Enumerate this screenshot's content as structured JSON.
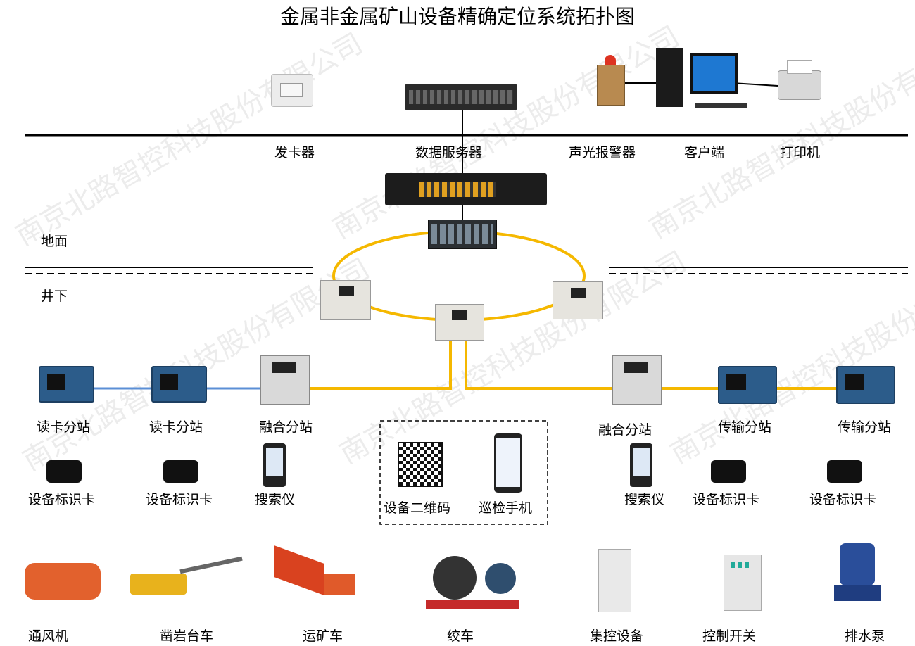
{
  "title": "金属非金属矿山设备精确定位系统拓扑图",
  "zones": {
    "surface": "地面",
    "underground": "井下"
  },
  "surface_devices": {
    "card_issuer": "发卡器",
    "data_server": "数据服务器",
    "alarm": "声光报警器",
    "client": "客户端",
    "printer": "打印机"
  },
  "stations": {
    "reader1": "读卡分站",
    "reader2": "读卡分站",
    "fusion_left": "融合分站",
    "fusion_right": "融合分站",
    "transfer1": "传输分站",
    "transfer2": "传输分站"
  },
  "tags": {
    "tag1": "设备标识卡",
    "tag2": "设备标识卡",
    "finder_left": "搜索仪",
    "qr": "设备二维码",
    "phone": "巡检手机",
    "finder_right": "搜索仪",
    "tag3": "设备标识卡",
    "tag4": "设备标识卡"
  },
  "equipment": {
    "fan": "通风机",
    "drill": "凿岩台车",
    "truck": "运矿车",
    "winch": "绞车",
    "central": "集控设备",
    "switch": "控制开关",
    "pump": "排水泵"
  },
  "watermark": "南京北路智控科技股份有限公司",
  "colors": {
    "ring": "#f5b800",
    "link": "#5b8fd6",
    "bus": "#000000"
  }
}
